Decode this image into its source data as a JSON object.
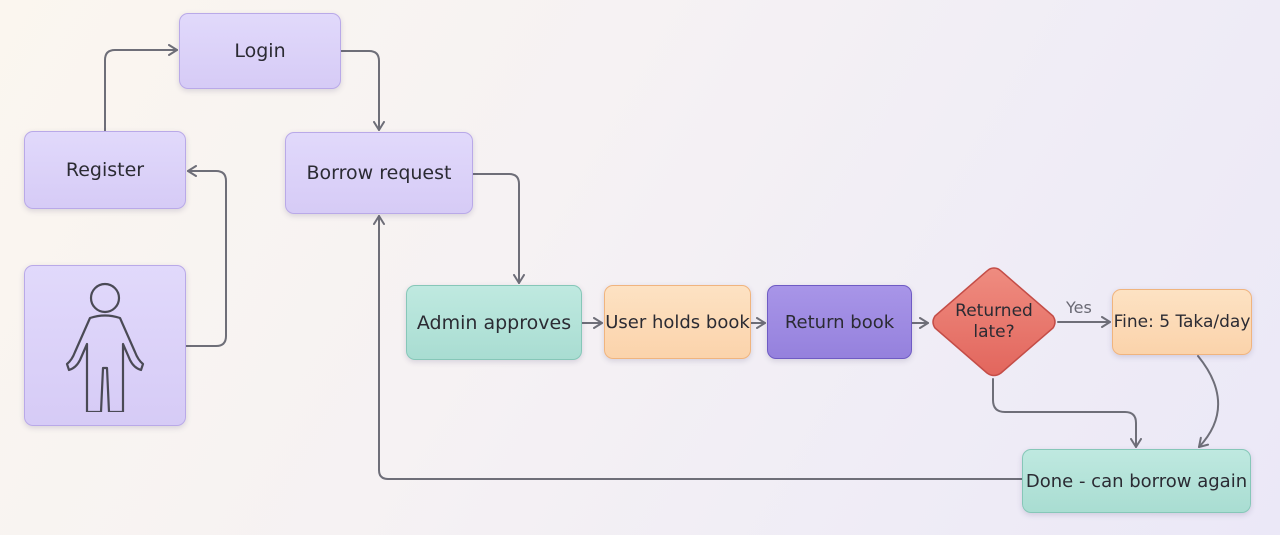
{
  "nodes": {
    "login": "Login",
    "register": "Register",
    "borrow_request": "Borrow request",
    "admin_approves": "Admin approves",
    "user_holds_book": "User holds book",
    "return_book": "Return book",
    "returned_late": "Returned\nlate?",
    "fine": "Fine: 5 Taka/day",
    "done": "Done - can borrow again"
  },
  "edge_labels": {
    "yes": "Yes"
  },
  "icons": {
    "user": "person-outline-icon"
  },
  "colors": {
    "lavender": "#d6cbf6",
    "teal": "#a9ddd2",
    "orange": "#fbd3ab",
    "purple": "#9581dd",
    "decision_red": "#e56f66",
    "arrow": "#6e6e78"
  }
}
